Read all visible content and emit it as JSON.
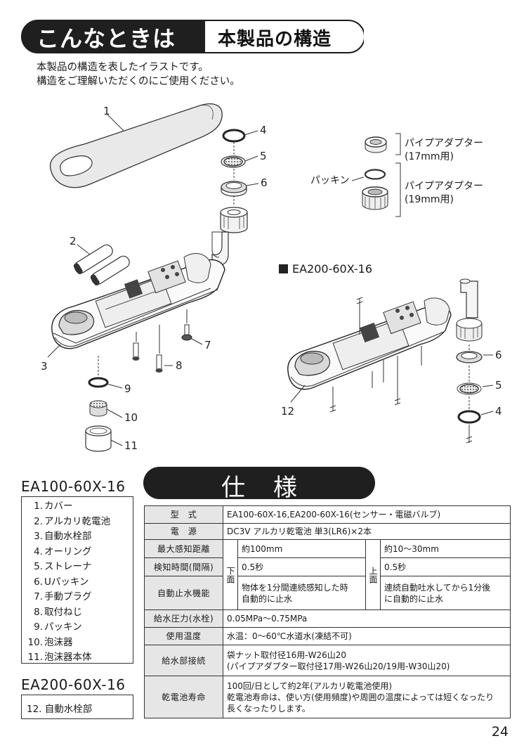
{
  "header": {
    "left": "こんなときは",
    "right": "本製品の構造"
  },
  "intro": [
    "本製品の構造を表したイラストです。",
    "構造をご理解いただくのにご使用ください。"
  ],
  "callouts": {
    "n1": "1",
    "n2": "2",
    "n3": "3",
    "n4": "4",
    "n5": "5",
    "n6": "6",
    "n7": "7",
    "n8": "8",
    "n9": "9",
    "n10": "10",
    "n11": "11",
    "n12": "12",
    "r6": "6",
    "r5": "5",
    "r4": "4"
  },
  "adapter": {
    "small_1": "パイプアダプター",
    "small_2": "(17mm用)",
    "packing": "パッキン",
    "large_1": "パイプアダプター",
    "large_2": "(19mm用)"
  },
  "model_caption": "EA200-60X-16",
  "spec_title": "仕様",
  "model1": "EA100-60X-16",
  "parts": [
    {
      "n": "1.",
      "t": "カバー"
    },
    {
      "n": "2.",
      "t": "アルカリ乾電池"
    },
    {
      "n": "3.",
      "t": "自動水栓部"
    },
    {
      "n": "4.",
      "t": "オーリング"
    },
    {
      "n": "5.",
      "t": "ストレーナ"
    },
    {
      "n": "6.",
      "t": "Uパッキン"
    },
    {
      "n": "7.",
      "t": "手動プラグ"
    },
    {
      "n": "8.",
      "t": "取付ねじ"
    },
    {
      "n": "9.",
      "t": "パッキン"
    },
    {
      "n": "10.",
      "t": "泡沫器"
    },
    {
      "n": "11.",
      "t": "泡沫器本体"
    }
  ],
  "model2": "EA200-60X-16",
  "parts2": "12. 自動水栓部",
  "spec": {
    "model_h": "型　式",
    "model_v": "EA100-60X-16,EA200-60X-16(センサー・電磁バルブ)",
    "power_h": "電　源",
    "power_v": "DC3V  アルカリ乾電池 単3(LR6)×2本",
    "range_h": "最大感知距離",
    "detect_h": "検知時間(間隔)",
    "stop_h": "自動止水機能",
    "lower": "下面",
    "upper": "上面",
    "lower_range": "約100mm",
    "lower_detect": "0.5秒",
    "lower_stop_1": "物体を1分間連続感知した時",
    "lower_stop_2": "自動的に止水",
    "upper_range": "約10〜30mm",
    "upper_detect": "0.5秒",
    "upper_stop_1": "連続自動吐水してから1分後",
    "upper_stop_2": "に自動的に止水",
    "pressure_h": "給水圧力(水栓)",
    "pressure_v": "0.05MPa〜0.75MPa",
    "temp_h": "使用温度",
    "temp_v": "水温：0〜60℃水道水(凍結不可)",
    "conn_h": "給水部接続",
    "conn_1": "袋ナット取付径16用-W26山20",
    "conn_2": "(パイプアダプター取付径17用-W26山20/19用-W30山20)",
    "life_h": "乾電池寿命",
    "life_1": "100回/日として約2年(アルカリ乾電池使用)",
    "life_2": "乾電池寿命は、使い方(使用頻度)や周囲の温度によっては短くなったり",
    "life_3": "長くなったりします。"
  },
  "page": "24"
}
